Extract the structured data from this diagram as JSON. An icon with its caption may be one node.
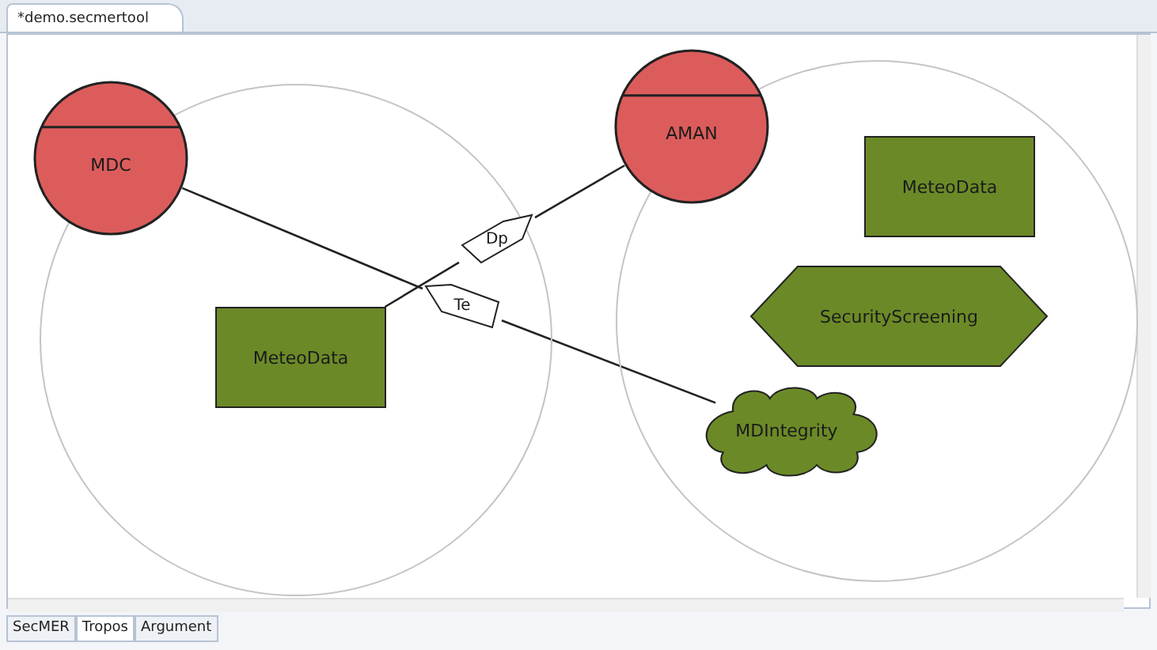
{
  "diagram": {
    "nodes": [
      {
        "text": [],
        "shape": "circle"
      },
      {
        "text": [
          "MDC"
        ]
      },
      {
        "text": [],
        "shape": "circle"
      },
      {
        "text": [
          "AMAN"
        ]
      },
      {
        "text": [
          "MeteoData"
        ],
        "in": 2
      },
      {
        "text": [
          "SecurityScreening"
        ],
        "in": 2
      },
      {
        "text": [
          "Dp"
        ],
        "in": 0
      },
      {
        "text": [
          "Te"
        ],
        "in": 0
      },
      {
        "text": [
          "MeteoData"
        ],
        "in": 0
      },
      {
        "text": [
          "MDIntegrity"
        ],
        "in": 2
      }
    ],
    "edges": [
      {
        "from": 8,
        "to": 6,
        "arrow": "none"
      },
      {
        "from": 6,
        "to": 3,
        "arrow": "none"
      },
      {
        "from": 1,
        "to": 7,
        "arrow": "none"
      },
      {
        "from": 7,
        "to": 9,
        "arrow": "none"
      }
    ],
    "labels": [
      "*demo.secmertool",
      "SecMER",
      "Tropos",
      "Argument"
    ]
  }
}
